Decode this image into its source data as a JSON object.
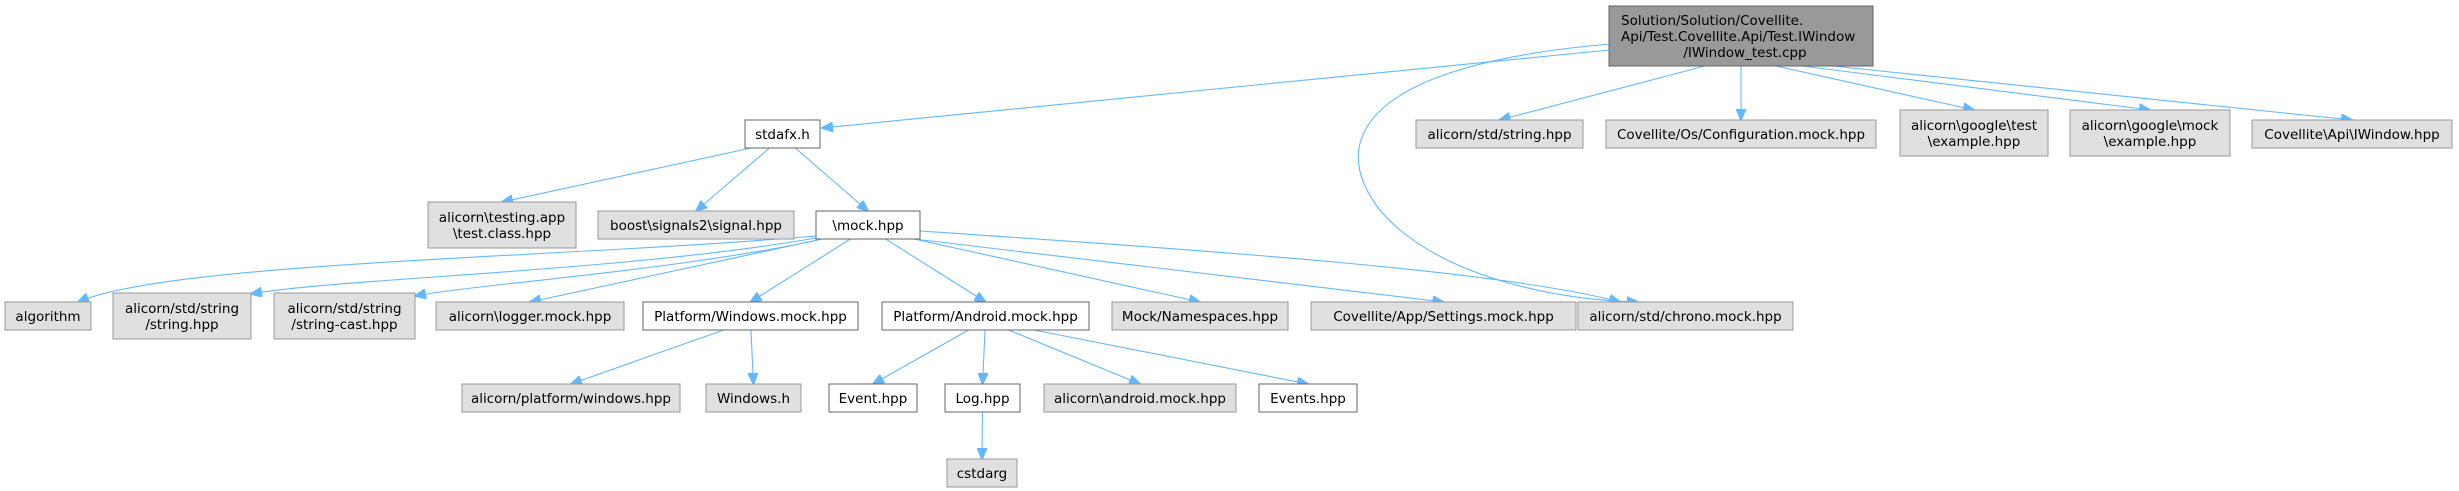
{
  "colors": {
    "root_fill": "#999999",
    "file_fill": "#e0e0e0",
    "plain_fill": "#ffffff",
    "edge": "#63b8ff",
    "text": "#000000"
  },
  "nodes": [
    {
      "id": "root",
      "kind": "root",
      "lines": [
        "Solution/Solution/Covellite.",
        "Api/Test.Covellite.Api/Test.IWindow",
        "/IWindow_test.cpp"
      ]
    },
    {
      "id": "stdafx",
      "kind": "plain",
      "lines": [
        "stdafx.h"
      ]
    },
    {
      "id": "alicorn_std_string_top",
      "kind": "file",
      "lines": [
        "alicorn/std/string.hpp"
      ]
    },
    {
      "id": "covellite_os_configuration",
      "kind": "file",
      "lines": [
        "Covellite/Os/Configuration.mock.hpp"
      ]
    },
    {
      "id": "alicorn_google_test",
      "kind": "file",
      "lines": [
        "alicorn\\google\\test",
        "\\example.hpp"
      ]
    },
    {
      "id": "alicorn_google_mock",
      "kind": "file",
      "lines": [
        "alicorn\\google\\mock",
        "\\example.hpp"
      ]
    },
    {
      "id": "covellite_api_iwindow",
      "kind": "file",
      "lines": [
        "Covellite\\Api\\IWindow.hpp"
      ]
    },
    {
      "id": "alicorn_testing_app",
      "kind": "file",
      "lines": [
        "alicorn\\testing.app",
        "\\test.class.hpp"
      ]
    },
    {
      "id": "boost_signals2",
      "kind": "file",
      "lines": [
        "boost\\signals2\\signal.hpp"
      ]
    },
    {
      "id": "mock",
      "kind": "plain",
      "lines": [
        "\\mock.hpp"
      ]
    },
    {
      "id": "algorithm",
      "kind": "file",
      "lines": [
        "algorithm"
      ]
    },
    {
      "id": "alicorn_std_string",
      "kind": "file",
      "lines": [
        "alicorn/std/string",
        "/string.hpp"
      ]
    },
    {
      "id": "alicorn_std_string_cast",
      "kind": "file",
      "lines": [
        "alicorn/std/string",
        "/string-cast.hpp"
      ]
    },
    {
      "id": "alicorn_logger",
      "kind": "file",
      "lines": [
        "alicorn\\logger.mock.hpp"
      ]
    },
    {
      "id": "platform_windows",
      "kind": "plain",
      "lines": [
        "Platform/Windows.mock.hpp"
      ]
    },
    {
      "id": "platform_android",
      "kind": "plain",
      "lines": [
        "Platform/Android.mock.hpp"
      ]
    },
    {
      "id": "mock_namespaces",
      "kind": "file",
      "lines": [
        "Mock/Namespaces.hpp"
      ]
    },
    {
      "id": "covellite_app_settings",
      "kind": "file",
      "lines": [
        "Covellite/App/Settings.mock.hpp"
      ]
    },
    {
      "id": "alicorn_std_chrono",
      "kind": "file",
      "lines": [
        "alicorn/std/chrono.mock.hpp"
      ]
    },
    {
      "id": "alicorn_platform_windows",
      "kind": "file",
      "lines": [
        "alicorn/platform/windows.hpp"
      ]
    },
    {
      "id": "windows_h",
      "kind": "file",
      "lines": [
        "Windows.h"
      ]
    },
    {
      "id": "event_hpp",
      "kind": "plain",
      "lines": [
        "Event.hpp"
      ]
    },
    {
      "id": "log_hpp",
      "kind": "plain",
      "lines": [
        "Log.hpp"
      ]
    },
    {
      "id": "alicorn_android",
      "kind": "file",
      "lines": [
        "alicorn\\android.mock.hpp"
      ]
    },
    {
      "id": "events_hpp",
      "kind": "plain",
      "lines": [
        "Events.hpp"
      ]
    },
    {
      "id": "cstdarg",
      "kind": "file",
      "lines": [
        "cstdarg"
      ]
    }
  ],
  "edges": [
    {
      "from": "root",
      "to": "stdafx"
    },
    {
      "from": "root",
      "to": "alicorn_std_string_top"
    },
    {
      "from": "root",
      "to": "covellite_os_configuration"
    },
    {
      "from": "root",
      "to": "alicorn_google_test"
    },
    {
      "from": "root",
      "to": "alicorn_google_mock"
    },
    {
      "from": "root",
      "to": "covellite_api_iwindow"
    },
    {
      "from": "root",
      "to": "alicorn_std_chrono"
    },
    {
      "from": "stdafx",
      "to": "alicorn_testing_app"
    },
    {
      "from": "stdafx",
      "to": "boost_signals2"
    },
    {
      "from": "stdafx",
      "to": "mock"
    },
    {
      "from": "mock",
      "to": "algorithm"
    },
    {
      "from": "mock",
      "to": "alicorn_std_string"
    },
    {
      "from": "mock",
      "to": "alicorn_std_string_cast"
    },
    {
      "from": "mock",
      "to": "alicorn_logger"
    },
    {
      "from": "mock",
      "to": "platform_windows"
    },
    {
      "from": "mock",
      "to": "platform_android"
    },
    {
      "from": "mock",
      "to": "mock_namespaces"
    },
    {
      "from": "mock",
      "to": "covellite_app_settings"
    },
    {
      "from": "mock",
      "to": "alicorn_std_chrono"
    },
    {
      "from": "platform_windows",
      "to": "alicorn_platform_windows"
    },
    {
      "from": "platform_windows",
      "to": "windows_h"
    },
    {
      "from": "platform_android",
      "to": "event_hpp"
    },
    {
      "from": "platform_android",
      "to": "log_hpp"
    },
    {
      "from": "platform_android",
      "to": "alicorn_android"
    },
    {
      "from": "platform_android",
      "to": "events_hpp"
    },
    {
      "from": "log_hpp",
      "to": "cstdarg"
    }
  ]
}
